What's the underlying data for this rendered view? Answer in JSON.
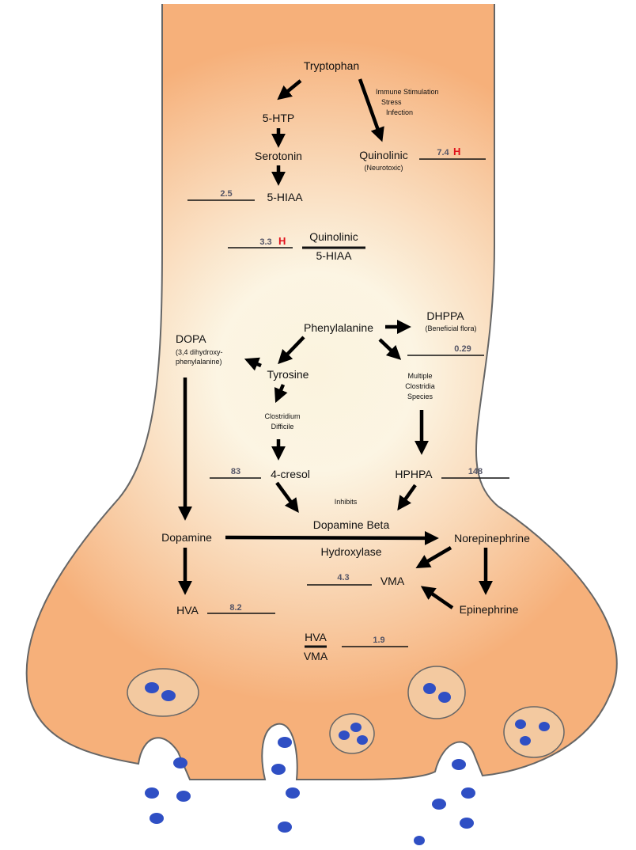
{
  "colors": {
    "neuron_fill": "#f6b07a",
    "neuron_center": "#fbf3de",
    "neuron_outline": "#666666",
    "vesicle_fill": "#f3c9a0",
    "neurotransmitter": "#2f4fc4",
    "high_flag": "#e0101a",
    "value_text": "#555566"
  },
  "labels": {
    "tryptophan": "Tryptophan",
    "htp": "5-HTP",
    "serotonin": "Serotonin",
    "hiaa": "5-HIAA",
    "immune_1": "Immune Stimulation",
    "immune_2": "Stress",
    "immune_3": "Infection",
    "quinolinic": "Quinolinic",
    "neurotoxic": "(Neurotoxic)",
    "ratio_top": "Quinolinic",
    "ratio_bottom": "5-HIAA",
    "phenylalanine": "Phenylalanine",
    "dhppa": "DHPPA",
    "beneficial_flora": "(Beneficial flora)",
    "dopa": "DOPA",
    "dopa_full_1": "(3,4 dihydroxy-",
    "dopa_full_2": "phenylalanine)",
    "tyrosine": "Tyrosine",
    "multiple_1": "Multiple",
    "multiple_2": "Clostridia",
    "multiple_3": "Species",
    "clostridium_1": "Clostridium",
    "clostridium_2": "Difficile",
    "cresol": "4-cresol",
    "hphpa": "HPHPA",
    "inhibits": "Inhibits",
    "dbh_1": "Dopamine Beta",
    "dbh_2": "Hydroxylase",
    "dopamine": "Dopamine",
    "norepinephrine": "Norepinephrine",
    "vma": "VMA",
    "epinephrine": "Epinephrine",
    "hva": "HVA",
    "hva_vma_top": "HVA",
    "hva_vma_bottom": "VMA"
  },
  "results": {
    "quinolinic": {
      "value": "7.4",
      "flag": "H"
    },
    "hiaa": {
      "value": "2.5"
    },
    "quinolinic_hiaa_ratio": {
      "value": "3.3",
      "flag": "H"
    },
    "dhppa": {
      "value": "0.29"
    },
    "cresol": {
      "value": "83"
    },
    "hphpa": {
      "value": "148"
    },
    "vma": {
      "value": "4.3"
    },
    "hva": {
      "value": "8.2"
    },
    "hva_vma_ratio": {
      "value": "1.9"
    }
  },
  "icons": [
    "arrow-icon",
    "neurotransmitter-dot-icon",
    "synaptic-vesicle-icon"
  ]
}
